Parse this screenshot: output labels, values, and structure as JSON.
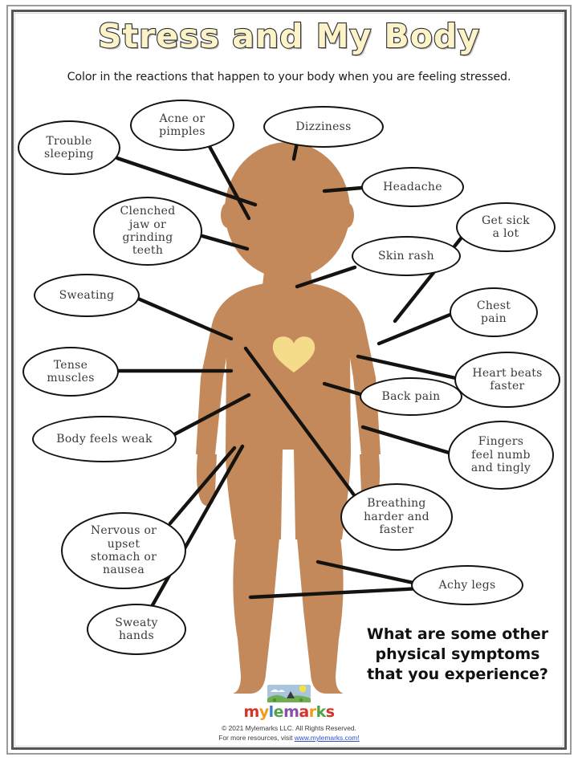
{
  "header": {
    "title": "Stress and My Body",
    "subtitle": "Color in the reactions that happen to your body when you are feeling stressed."
  },
  "colors": {
    "title_fill": "#fdf3c8",
    "title_outline": "#2b2b2b",
    "body_skin": "#c4895a",
    "heart": "#f5dc8a",
    "bubble_outline": "#15130f",
    "connector": "#15130f",
    "page_border": "#555555"
  },
  "body_figure": {
    "label": "child-body-silhouette",
    "heart_label": "heart-shape"
  },
  "bubbles": [
    {
      "id": "trouble-sleeping",
      "lines": [
        "Trouble",
        "sleeping"
      ]
    },
    {
      "id": "acne-or-pimples",
      "lines": [
        "Acne or",
        "pimples"
      ]
    },
    {
      "id": "dizziness",
      "lines": [
        "Dizziness"
      ]
    },
    {
      "id": "headache",
      "lines": [
        "Headache"
      ]
    },
    {
      "id": "clenched-jaw",
      "lines": [
        "Clenched",
        "jaw or",
        "grinding",
        "teeth"
      ]
    },
    {
      "id": "get-sick-a-lot",
      "lines": [
        "Get sick",
        "a lot"
      ]
    },
    {
      "id": "skin-rash",
      "lines": [
        "Skin rash"
      ]
    },
    {
      "id": "sweating",
      "lines": [
        "Sweating"
      ]
    },
    {
      "id": "chest-pain",
      "lines": [
        "Chest",
        "pain"
      ]
    },
    {
      "id": "tense-muscles",
      "lines": [
        "Tense",
        "muscles"
      ]
    },
    {
      "id": "heart-beats-faster",
      "lines": [
        "Heart beats",
        "faster"
      ]
    },
    {
      "id": "back-pain",
      "lines": [
        "Back pain"
      ]
    },
    {
      "id": "body-feels-weak",
      "lines": [
        "Body feels weak"
      ]
    },
    {
      "id": "fingers-feel-numb",
      "lines": [
        "Fingers",
        "feel numb",
        "and tingly"
      ]
    },
    {
      "id": "breathing-harder",
      "lines": [
        "Breathing",
        "harder and",
        "faster"
      ]
    },
    {
      "id": "nervous-stomach",
      "lines": [
        "Nervous or",
        "upset",
        "stomach or",
        "nausea"
      ]
    },
    {
      "id": "achy-legs",
      "lines": [
        "Achy legs"
      ]
    },
    {
      "id": "sweaty-hands",
      "lines": [
        "Sweaty",
        "hands"
      ]
    }
  ],
  "prompt": {
    "question": "What are some other physical symptoms that you experience?"
  },
  "footer": {
    "logo_text_parts": [
      "m",
      "y",
      "l",
      "e",
      "m",
      "a",
      "r",
      "k",
      "s"
    ],
    "logo_name": "mylemarks",
    "copyright": "© 2021 Mylemarks LLC. All Rights Reserved.",
    "resources_prefix": "For more resources, visit ",
    "resources_link": "www.mylemarks.com!"
  }
}
